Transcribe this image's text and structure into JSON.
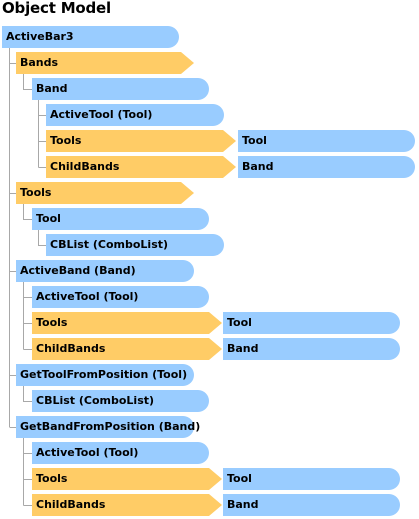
{
  "title": "Object Model",
  "nodes": [
    {
      "id": "activebar3",
      "label": "ActiveBar3",
      "kind": "object"
    },
    {
      "id": "bands",
      "label": "Bands",
      "kind": "collection"
    },
    {
      "id": "band",
      "label": "Band",
      "kind": "object"
    },
    {
      "id": "band-activetool",
      "label": "ActiveTool (Tool)",
      "kind": "object"
    },
    {
      "id": "band-tools",
      "label": "Tools",
      "kind": "collection"
    },
    {
      "id": "band-tools-tool",
      "label": "Tool",
      "kind": "object"
    },
    {
      "id": "band-childbands",
      "label": "ChildBands",
      "kind": "collection"
    },
    {
      "id": "band-childbands-band",
      "label": "Band",
      "kind": "object"
    },
    {
      "id": "tools",
      "label": "Tools",
      "kind": "collection"
    },
    {
      "id": "tool",
      "label": "Tool",
      "kind": "object"
    },
    {
      "id": "tool-cblist",
      "label": "CBList (ComboList)",
      "kind": "object"
    },
    {
      "id": "activeband",
      "label": "ActiveBand (Band)",
      "kind": "object"
    },
    {
      "id": "activeband-activetool",
      "label": "ActiveTool (Tool)",
      "kind": "object"
    },
    {
      "id": "activeband-tools",
      "label": "Tools",
      "kind": "collection"
    },
    {
      "id": "activeband-tools-tool",
      "label": "Tool",
      "kind": "object"
    },
    {
      "id": "activeband-childbands",
      "label": "ChildBands",
      "kind": "collection"
    },
    {
      "id": "activeband-childbands-band",
      "label": "Band",
      "kind": "object"
    },
    {
      "id": "gettoolfromposition",
      "label": "GetToolFromPosition (Tool)",
      "kind": "object"
    },
    {
      "id": "gettool-cblist",
      "label": "CBList (ComboList)",
      "kind": "object"
    },
    {
      "id": "getbandfromposition",
      "label": "GetBandFromPosition (Band)",
      "kind": "object"
    },
    {
      "id": "getband-activetool",
      "label": "ActiveTool (Tool)",
      "kind": "object"
    },
    {
      "id": "getband-tools",
      "label": "Tools",
      "kind": "collection"
    },
    {
      "id": "getband-tools-tool",
      "label": "Tool",
      "kind": "object"
    },
    {
      "id": "getband-childbands",
      "label": "ChildBands",
      "kind": "collection"
    },
    {
      "id": "getband-childbands-band",
      "label": "Band",
      "kind": "object"
    }
  ]
}
